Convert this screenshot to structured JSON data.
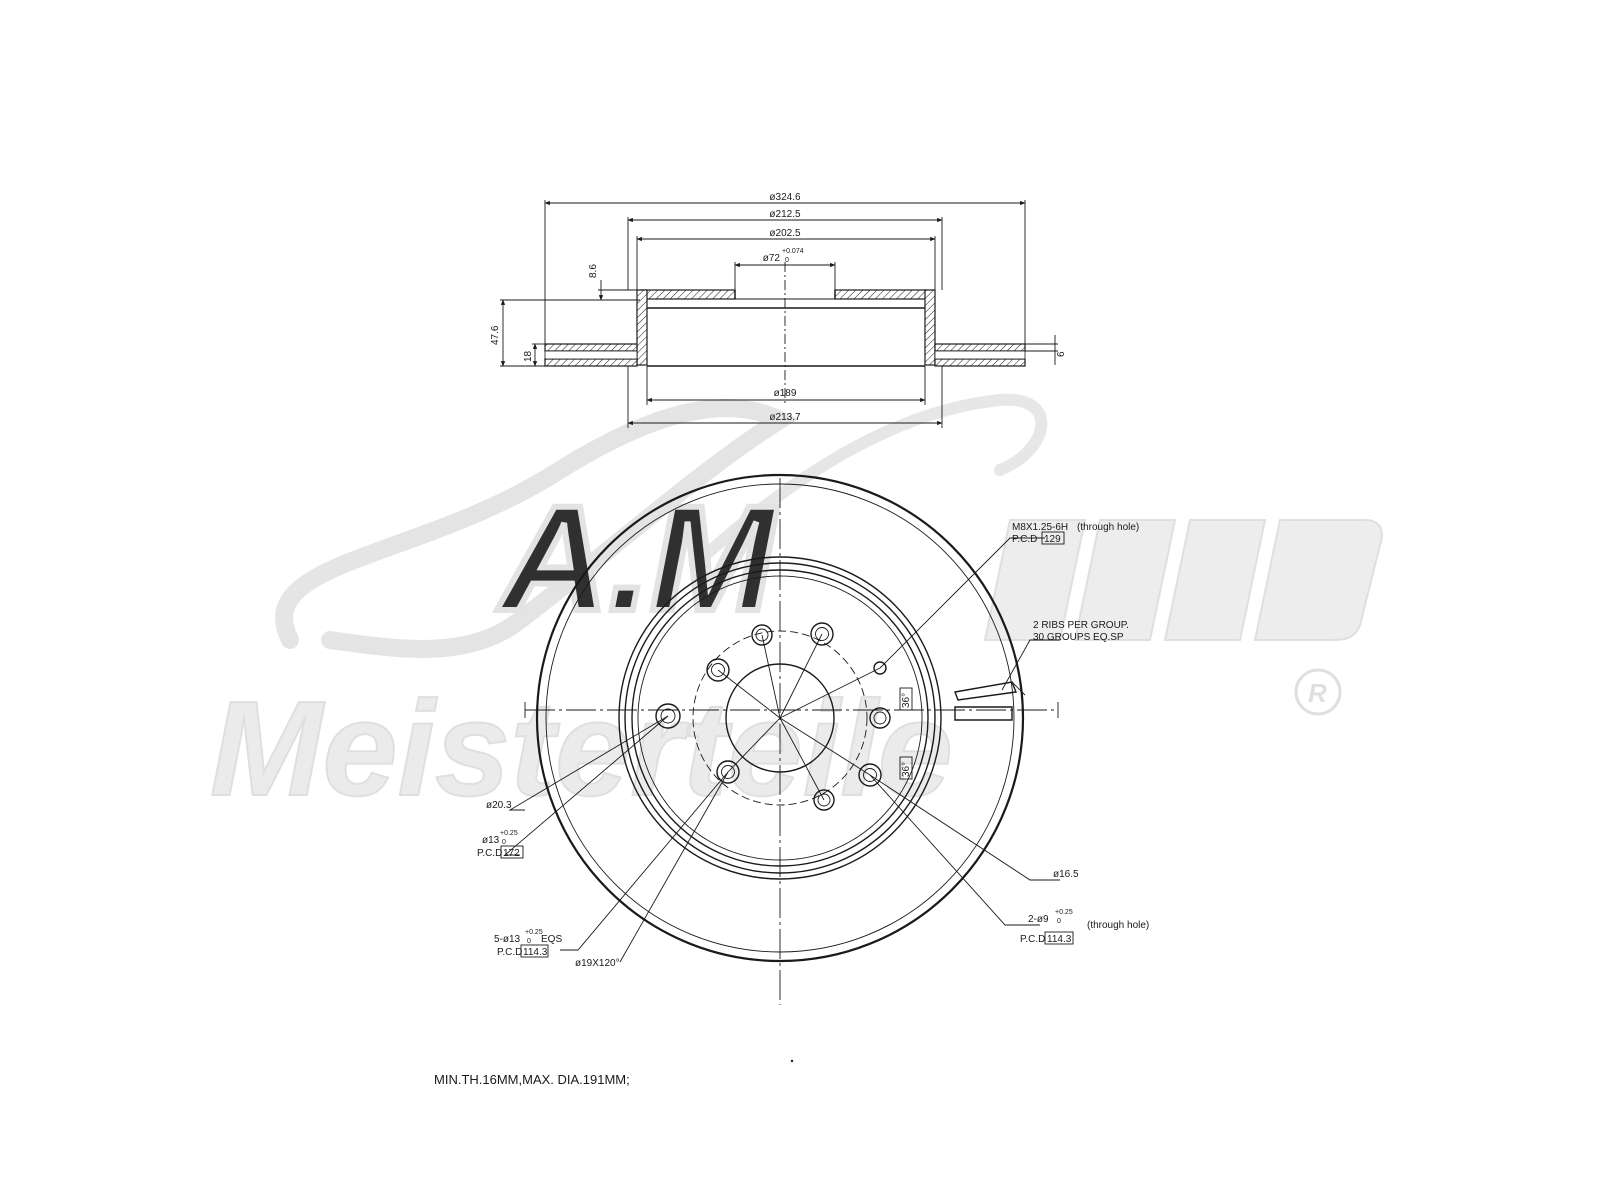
{
  "watermark": {
    "script_text": "A.M",
    "brand_text": "Meisterteile",
    "registered_mark": "R"
  },
  "section_view": {
    "dims": {
      "outer_diameter": "ø324.6",
      "hat_outer_diameter": "ø212.5",
      "hat_inner_diameter": "ø202.5",
      "center_bore": "ø72",
      "center_bore_tol_upper": "+0.074",
      "center_bore_tol_lower": "0",
      "hat_depth": "8.6",
      "overall_height": "47.6",
      "disc_thickness": "18",
      "hat_wall": "6",
      "hat_bottom_diameter": "ø189",
      "hat_flange_diameter": "ø213.7"
    }
  },
  "plan_view": {
    "callouts": {
      "thread_spec": "M8X1.25-6H",
      "thread_note": "(through hole)",
      "thread_pcd_label": "P.C.D",
      "thread_pcd_value": "129",
      "ribs_line1": "2 RIBS PER GROUP.",
      "ribs_line2": "30 GROUPS EQ.SP",
      "angle_top": "36°",
      "angle_bottom": "36°",
      "small_bore": "ø20.3",
      "pilot_diameter": "ø13",
      "pilot_tol": "+0.25",
      "pilot_tol_lower": "0",
      "pilot_pcd_label": "P.C.D",
      "pilot_pcd_value": "172",
      "bolt_holes": "5-ø13",
      "bolt_holes_tol": "+0.25",
      "bolt_holes_tol_lower": "0",
      "bolt_holes_suffix": "EQS",
      "bolt_pcd_label": "P.C.D",
      "bolt_pcd_value": "114.3",
      "countersink": "ø19X120°",
      "hole_16": "ø16.5",
      "locator_holes": "2-ø9",
      "locator_tol": "+0.25",
      "locator_tol_lower": "0",
      "locator_note": "(through hole)",
      "locator_pcd_label": "P.C.D",
      "locator_pcd_value": "114.3"
    }
  },
  "footer": {
    "note": "MIN.TH.16MM,MAX. DIA.191MM;"
  }
}
